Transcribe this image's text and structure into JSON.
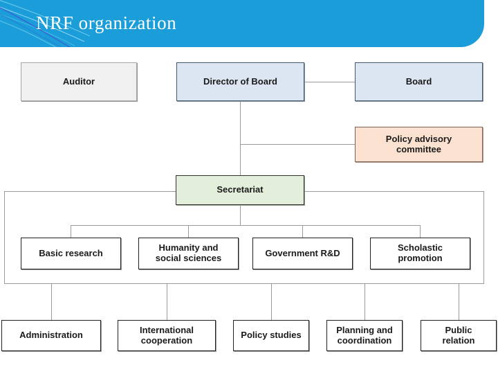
{
  "slide": {
    "title": "NRF organization",
    "banner_color": "#1b9dd9",
    "background_color": "#ffffff"
  },
  "chart_data": {
    "type": "diagram",
    "title": "NRF organization",
    "nodes": [
      {
        "id": "auditor",
        "label": "Auditor",
        "tier": "top",
        "fill": "#f0f0f0"
      },
      {
        "id": "director-of-board",
        "label": "Director of Board",
        "tier": "top",
        "fill": "#dce6f2"
      },
      {
        "id": "board",
        "label": "Board",
        "tier": "top",
        "fill": "#dce6f2"
      },
      {
        "id": "policy-advisory",
        "label_line1": "Policy advisory",
        "label_line2": "committee",
        "tier": "advisory",
        "fill": "#fbe1d0"
      },
      {
        "id": "secretariat",
        "label": "Secretariat",
        "tier": "middle",
        "fill": "#e3efda"
      },
      {
        "id": "basic-research",
        "label": "Basic research",
        "tier": "division",
        "fill": "#ffffff"
      },
      {
        "id": "humanity",
        "label_line1": "Humanity and",
        "label_line2": "social sciences",
        "tier": "division",
        "fill": "#ffffff"
      },
      {
        "id": "government-rnd",
        "label": "Government R&D",
        "tier": "division",
        "fill": "#ffffff"
      },
      {
        "id": "scholastic",
        "label_line1": "Scholastic",
        "label_line2": "promotion",
        "tier": "division",
        "fill": "#ffffff"
      },
      {
        "id": "administration",
        "label": "Administration",
        "tier": "support",
        "fill": "#ffffff"
      },
      {
        "id": "international",
        "label_line1": "International",
        "label_line2": "cooperation",
        "tier": "support",
        "fill": "#ffffff"
      },
      {
        "id": "policy-studies",
        "label": "Policy studies",
        "tier": "support",
        "fill": "#ffffff"
      },
      {
        "id": "planning",
        "label_line1": "Planning and",
        "label_line2": "coordination",
        "tier": "support",
        "fill": "#ffffff"
      },
      {
        "id": "public-relation",
        "label_line1": "Public",
        "label_line2": "relation",
        "tier": "support",
        "fill": "#ffffff"
      }
    ],
    "edges": [
      {
        "from": "director-of-board",
        "to": "board"
      },
      {
        "from": "director-of-board",
        "to": "policy-advisory"
      },
      {
        "from": "director-of-board",
        "to": "secretariat"
      },
      {
        "from": "secretariat",
        "to": "basic-research"
      },
      {
        "from": "secretariat",
        "to": "humanity"
      },
      {
        "from": "secretariat",
        "to": "government-rnd"
      },
      {
        "from": "secretariat",
        "to": "scholastic"
      },
      {
        "from": "secretariat",
        "to": "administration"
      },
      {
        "from": "secretariat",
        "to": "international"
      },
      {
        "from": "secretariat",
        "to": "policy-studies"
      },
      {
        "from": "secretariat",
        "to": "planning"
      },
      {
        "from": "secretariat",
        "to": "public-relation"
      }
    ]
  },
  "nodes": {
    "auditor": {
      "label": "Auditor"
    },
    "director_of_board": {
      "label": "Director of Board"
    },
    "board": {
      "label": "Board"
    },
    "policy_advisory": {
      "line1": "Policy advisory",
      "line2": "committee"
    },
    "secretariat": {
      "label": "Secretariat"
    },
    "basic_research": {
      "label": "Basic research"
    },
    "humanity": {
      "line1": "Humanity and",
      "line2": "social sciences"
    },
    "government_rnd": {
      "label": "Government R&D"
    },
    "scholastic": {
      "line1": "Scholastic",
      "line2": "promotion"
    },
    "administration": {
      "label": "Administration"
    },
    "international": {
      "line1": "International",
      "line2": "cooperation"
    },
    "policy_studies": {
      "label": "Policy studies"
    },
    "planning": {
      "line1": "Planning and",
      "line2": "coordination"
    },
    "public_relation": {
      "line1": "Public",
      "line2": "relation"
    }
  }
}
